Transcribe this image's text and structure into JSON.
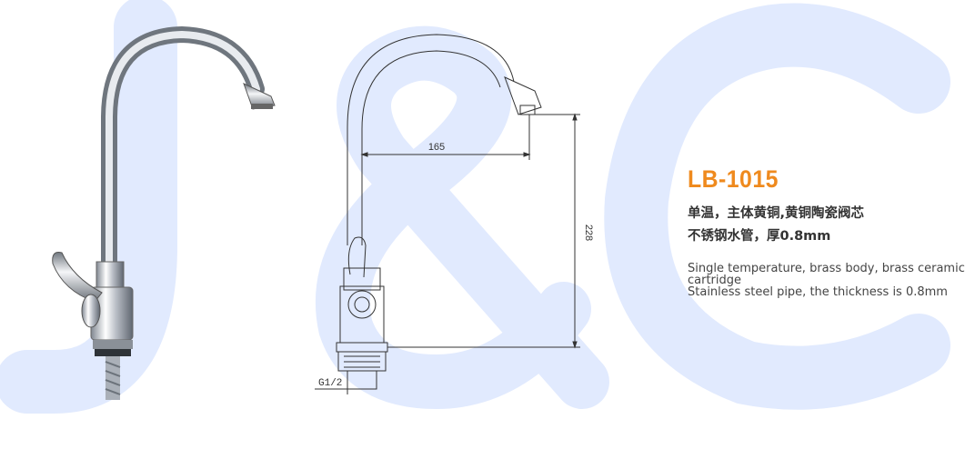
{
  "product": {
    "model": "LB-1015",
    "cn_line1": "单温，主体黄铜,黄铜陶瓷阀芯",
    "cn_line2": "不锈钢水管，厚0.8mm",
    "en_desc": "Single temperature, brass body, brass ceramic cartridge\nStainless steel pipe, the thickness is 0.8mm"
  },
  "drawing": {
    "dim_width": "165",
    "dim_height": "228",
    "thread": "G1/2"
  },
  "colors": {
    "accent": "#ef8a1e",
    "watermark": "#dde7ff"
  }
}
